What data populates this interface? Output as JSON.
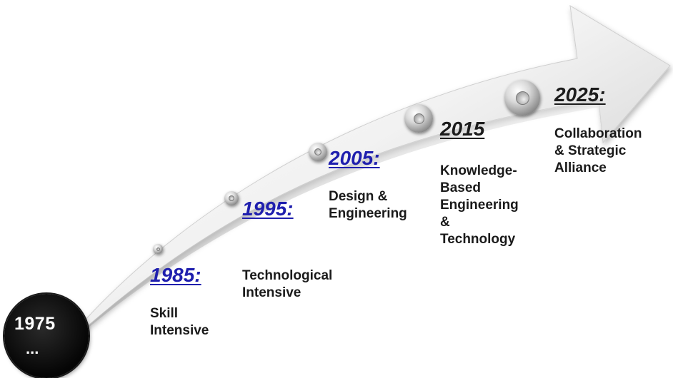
{
  "start": {
    "year": "1975",
    "ellipsis": "..."
  },
  "milestones": [
    {
      "year": "1985:",
      "lines": [
        "Skill",
        "Intensive"
      ]
    },
    {
      "year": "1995:",
      "lines": [
        "Technological",
        "Intensive"
      ]
    },
    {
      "year": "2005:",
      "lines": [
        "Design &",
        "Engineering"
      ]
    },
    {
      "year": "2015",
      "lines": [
        "Knowledge-",
        "Based",
        "Engineering",
        "&",
        "Technology"
      ]
    },
    {
      "year": "2025:",
      "lines": [
        "Collaboration",
        "& Strategic",
        "Alliance"
      ]
    }
  ],
  "colors": {
    "year_link": "#1f1fae",
    "year_dark": "#1c1c1c",
    "text": "#1a1a1a",
    "arrow_light": "#f7f7f7",
    "arrow_dark": "#a9a9a9",
    "start_circle": "#050505"
  },
  "icons": {
    "marker": "bolt-head-icon",
    "arrow": "curved-arrow"
  }
}
